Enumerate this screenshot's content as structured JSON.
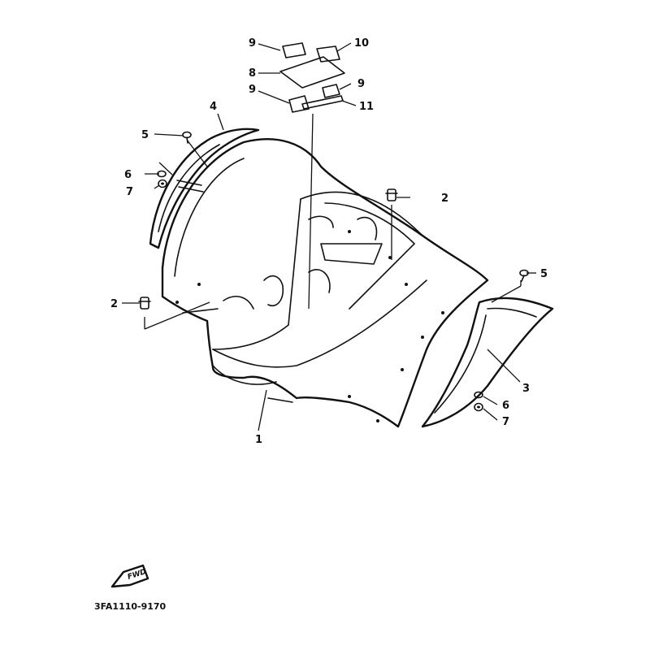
{
  "callouts": {
    "c1": "1",
    "c2a": "2",
    "c2b": "2",
    "c3": "3",
    "c4": "4",
    "c5a": "5",
    "c5b": "5",
    "c6a": "6",
    "c6b": "6",
    "c7a": "7",
    "c7b": "7",
    "c8": "8",
    "c9a": "9",
    "c9b": "9",
    "c9c": "9",
    "c10": "10",
    "c11": "11"
  },
  "direction_arrow": {
    "label": "FWD"
  },
  "drawing_code": "3FA1110-9170"
}
